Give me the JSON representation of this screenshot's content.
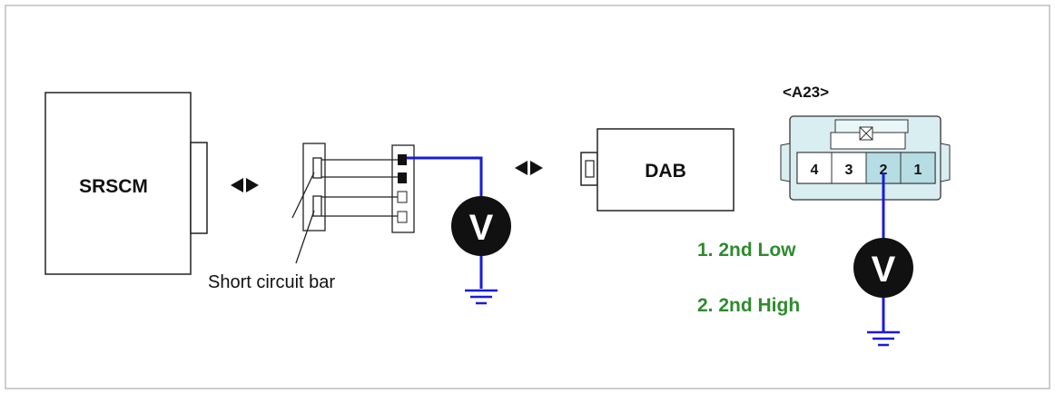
{
  "labels": {
    "srscm": "SRSCM",
    "dab": "DAB",
    "connector_id": "<A23>",
    "short_bar": "Short circuit bar",
    "meter_symbol": "V",
    "step1": "1. 2nd Low",
    "step2": "2. 2nd High"
  },
  "connector_pins": [
    "4",
    "3",
    "2",
    "1"
  ],
  "colors": {
    "wire": "#1a1adb",
    "step_text": "#2e8b2e",
    "highlight_pin": "#b5dde3",
    "connector_fill": "#d9eef1"
  }
}
